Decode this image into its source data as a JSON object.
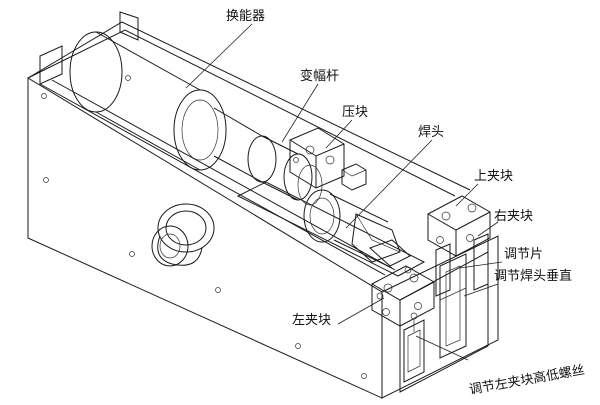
{
  "labels": {
    "transducer": "换能器",
    "booster": "变幅杆",
    "press_block": "压块",
    "weld_head": "焊头",
    "upper_clamp": "上夹块",
    "right_clamp": "右夹块",
    "adjust_plate": "调节片",
    "adjust_vertical": "调节焊头垂直",
    "left_clamp": "左夹块",
    "adjust_left_screw": "调节左夹块高低螺丝"
  }
}
